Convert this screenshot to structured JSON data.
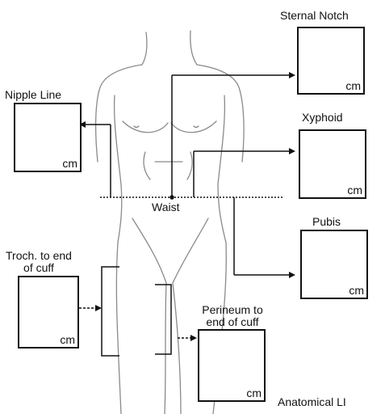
{
  "labels": {
    "sternal_notch": "Sternal Notch",
    "nipple_line": "Nipple Line",
    "xyphoid": "Xyphoid",
    "waist": "Waist",
    "pubis": "Pubis",
    "troch_line1": "Troch. to end",
    "troch_line2": "of cuff",
    "perineum_line1": "Perineum to",
    "perineum_line2": "end of cuff",
    "anatomical": "Anatomical LI"
  },
  "unit": "cm",
  "colors": {
    "line": "#111111",
    "body_outline": "#8a8a8a",
    "background": "#ffffff"
  }
}
